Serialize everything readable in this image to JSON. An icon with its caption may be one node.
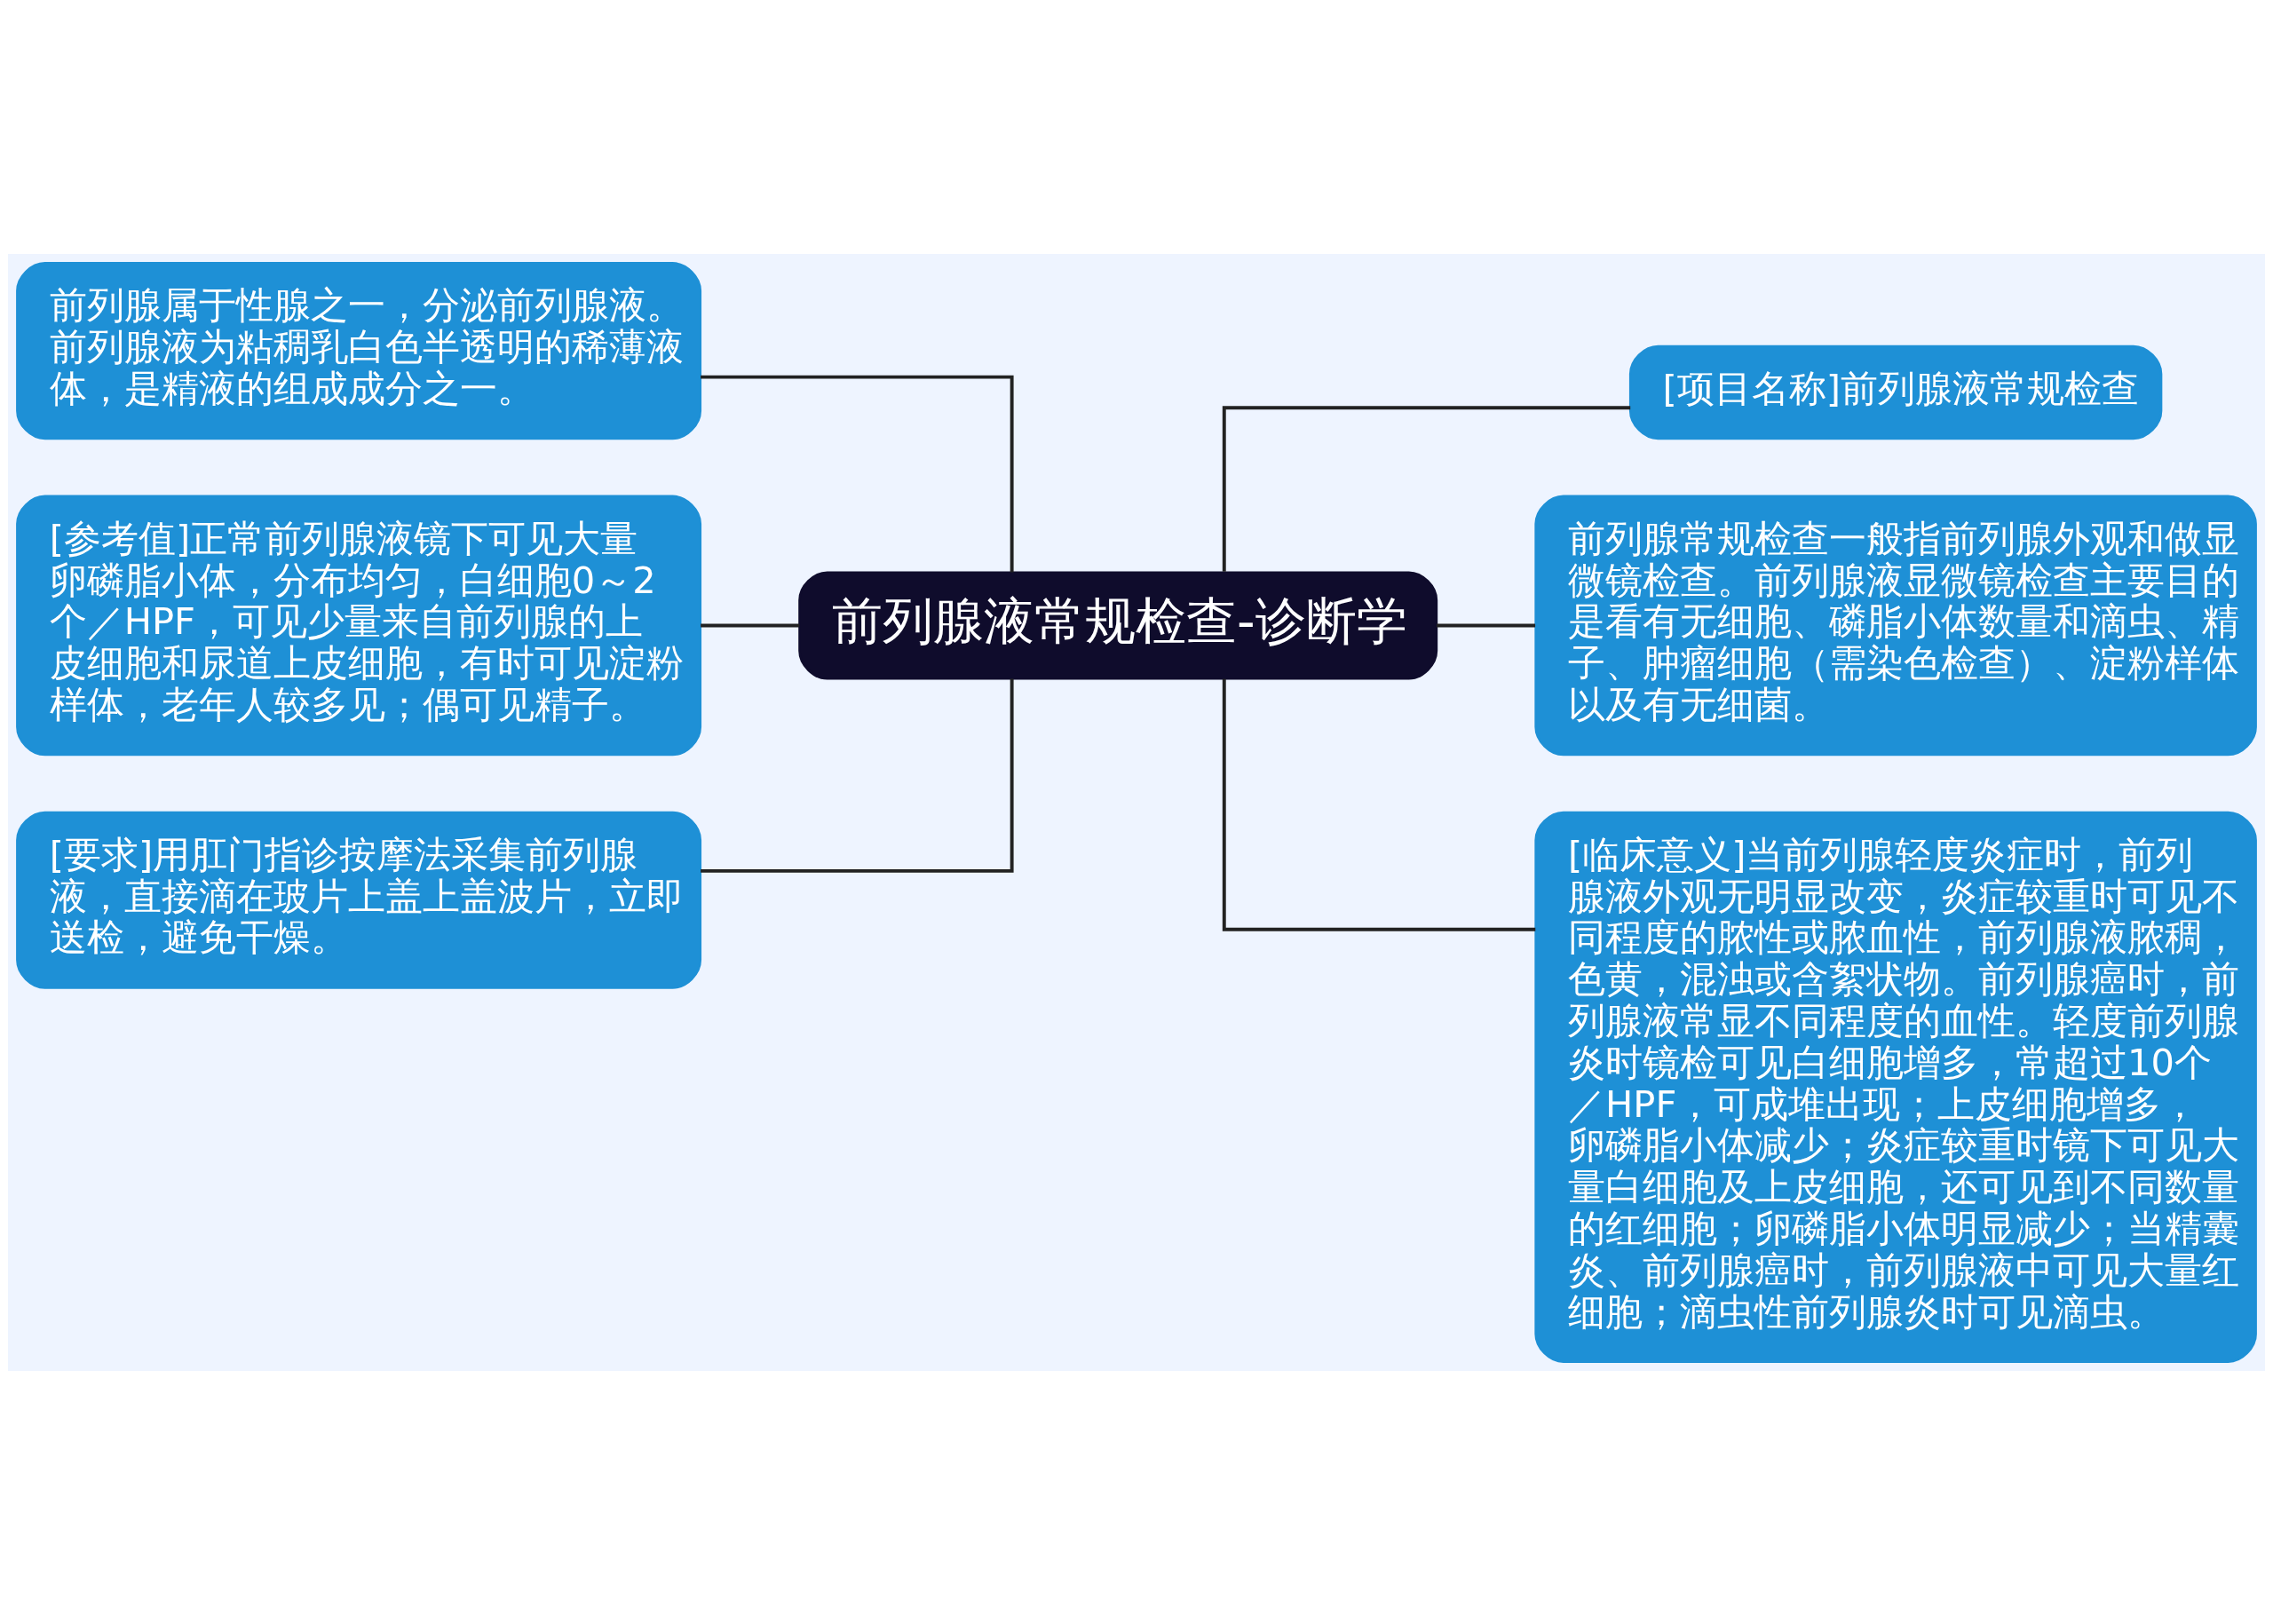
{
  "diagram": {
    "nodes": [
      {
        "text": [
          "前列腺液常规检查-诊断学"
        ]
      },
      {
        "text": [
          "前列腺属于性腺之一，分泌前列腺液。前列腺液为粘稠乳白色半透明的稀薄液体，是精液的组成成分之一。"
        ]
      },
      {
        "text": [
          "[参考值]正常前列腺液镜下可见大量卵磷脂小体，分布均匀，白细胞0～2个／HPF，可见少量来自前列腺的上皮细胞和尿道上皮细胞，有时可见淀粉样体，老年人较多见；偶可见精子。"
        ]
      },
      {
        "text": [
          "[要求]用肛门指诊按摩法采集前列腺液，直接滴在玻片上盖上盖波片，立即送检，避免干燥。"
        ]
      },
      {
        "text": [
          "[项目名称]前列腺液常规检查"
        ]
      },
      {
        "text": [
          "前列腺常规检查一般指前列腺外观和做显微镜检查。前列腺液显微镜检查主要目的是看有无细胞、磷脂小体数量和滴虫、精子、肿瘤细胞（需染色检查）、淀粉样体以及有无细菌。"
        ]
      },
      {
        "text": [
          "[临床意义]当前列腺轻度炎症时，前列腺液外观无明显改变，炎症较重时可见不同程度的脓性或脓血性，前列腺液脓稠，色黄，混浊或含絮状物。前列腺癌时，前列腺液常显不同程度的血性。轻度前列腺炎时镜检可见白细胞增多，常超过10个／HPF，可成堆出现；上皮细胞增多，卵磷脂小体减少；炎症较重时镜下可见大量白细胞及上皮细胞，还可见到不同数量的红细胞；卵磷脂小体明显减少；当精囊炎、前列腺癌时，前列腺液中可见大量红细胞；滴虫性前列腺炎时可见滴虫。"
        ]
      }
    ],
    "edges": [
      {
        "from": 1,
        "to": 0,
        "arrow": "none"
      },
      {
        "from": 2,
        "to": 0,
        "arrow": "none"
      },
      {
        "from": 3,
        "to": 0,
        "arrow": "none"
      },
      {
        "from": 0,
        "to": 4,
        "arrow": "none"
      },
      {
        "from": 0,
        "to": 5,
        "arrow": "none"
      },
      {
        "from": 0,
        "to": 6,
        "arrow": "none"
      }
    ]
  }
}
